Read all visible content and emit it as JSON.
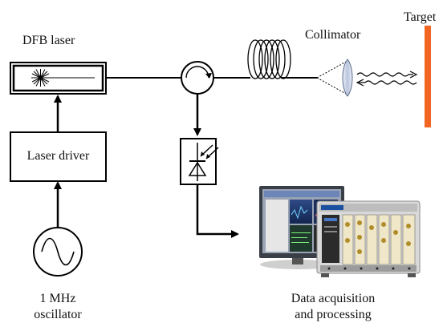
{
  "diagram": {
    "labels": {
      "dfb_laser": "DFB laser",
      "laser_driver": "Laser driver",
      "oscillator_line1": "1 MHz",
      "oscillator_line2": "oscillator",
      "collimator": "Collimator",
      "target": "Target",
      "daq_line1": "Data acquisition",
      "daq_line2": "and processing"
    },
    "colors": {
      "line": "#000000",
      "target": "#f26522",
      "collimator_lens": "#c8d2e6",
      "monitor_frame": "#3a3f47",
      "chassis": "#d9d9d9"
    },
    "icons": [
      "laser-star-icon",
      "circulator-icon",
      "fiber-coil-icon",
      "collimator-lens-icon",
      "wavy-beam-icon",
      "photodiode-icon",
      "sine-wave-icon",
      "computer-daq-icon"
    ]
  }
}
